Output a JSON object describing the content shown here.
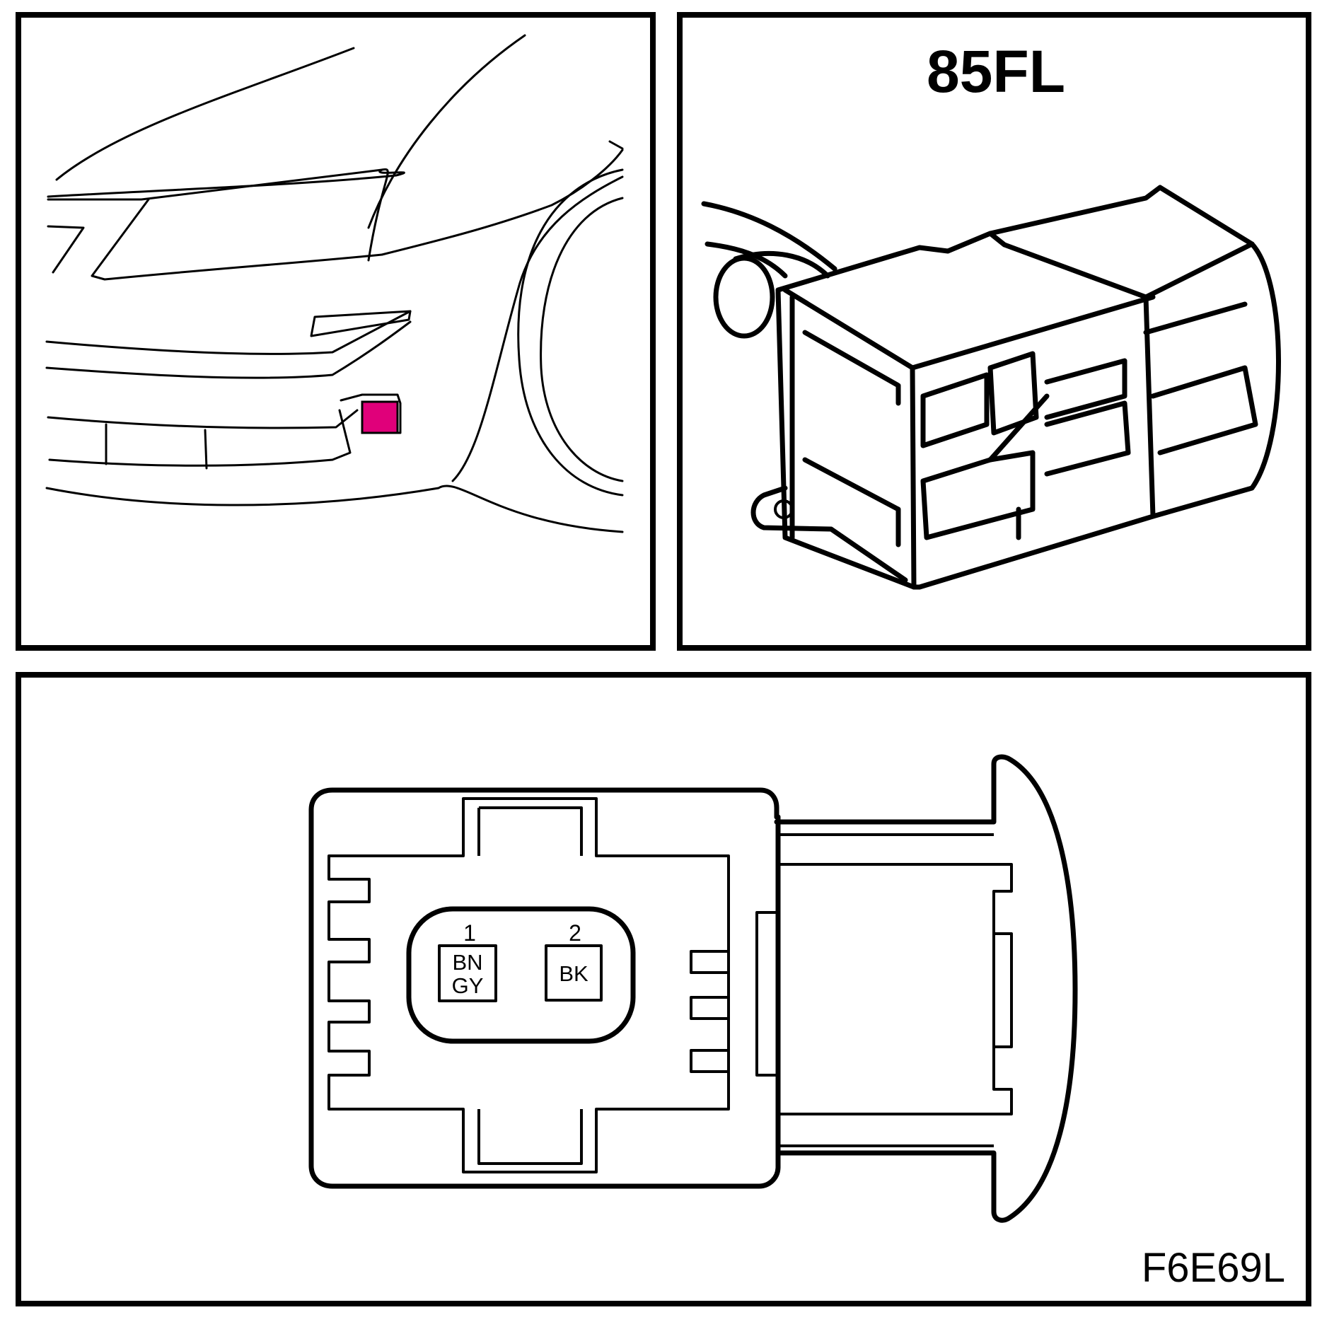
{
  "connector_id": "85FL",
  "figure_code": "F6E69L",
  "highlight_color": "#E0007A",
  "pins": [
    {
      "number": "1",
      "wire_colors": [
        "BN",
        "GY"
      ]
    },
    {
      "number": "2",
      "wire_colors": [
        "BK"
      ]
    }
  ]
}
